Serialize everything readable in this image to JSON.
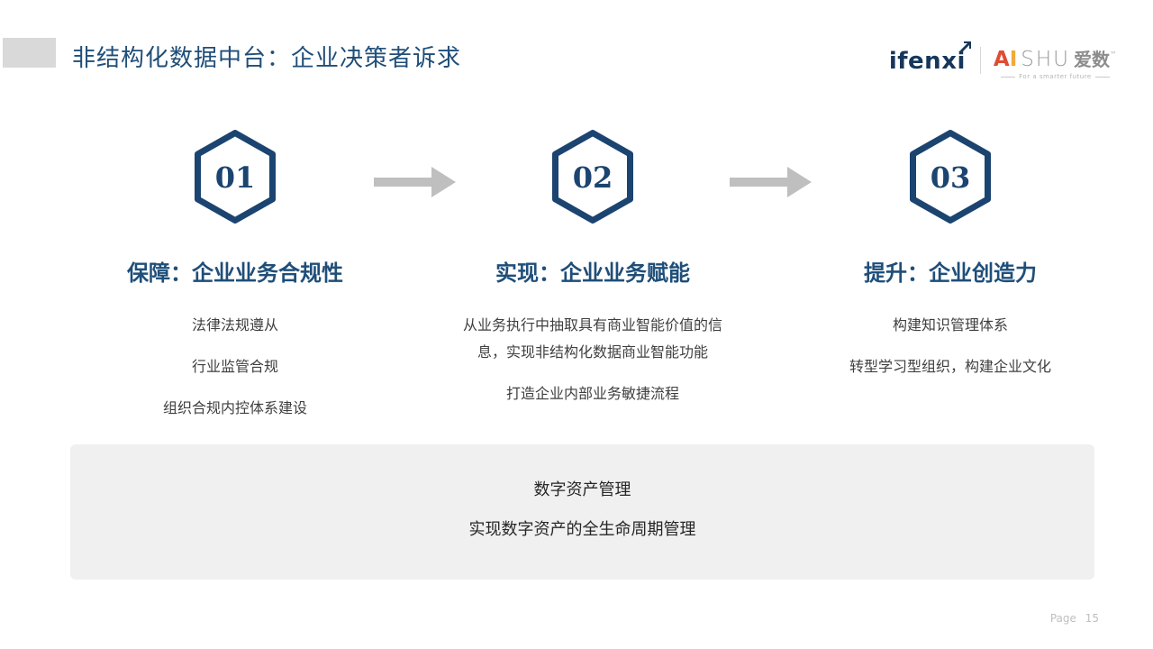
{
  "page": {
    "title": "非结构化数据中台：企业决策者诉求",
    "page_number": "Page 15"
  },
  "logos": {
    "ifenxi_text": "ifenxi",
    "aishu_a": "A",
    "aishu_i": "I",
    "aishu_shu": "SHU",
    "aishu_cn": "爱数",
    "aishu_tm": "™",
    "aishu_tagline": "For a smarter future"
  },
  "steps": [
    {
      "number": "01",
      "heading": "保障：企业业务合规性",
      "items": [
        "法律法规遵从",
        "行业监管合规",
        "组织合规内控体系建设"
      ]
    },
    {
      "number": "02",
      "heading": "实现：企业业务赋能",
      "items": [
        "从业务执行中抽取具有商业智能价值的信息，实现非结构化数据商业智能功能",
        "打造企业内部业务敏捷流程"
      ]
    },
    {
      "number": "03",
      "heading": "提升：企业创造力",
      "items": [
        "构建知识管理体系",
        "转型学习型组织，构建企业文化"
      ]
    }
  ],
  "footer_box": {
    "line1": "数字资产管理",
    "line2": "实现数字资产的全生命周期管理"
  },
  "colors": {
    "accent_blue": "#1F4E79",
    "navy": "#1B4470",
    "arrow_gray": "#BFBFBF",
    "box_gray": "#F0F0F0",
    "item_gray": "#3F3F3F",
    "muted_gray": "#BFBFBF",
    "deco_gray": "#D9D9D9",
    "logo_red": "#E14B32",
    "logo_orange": "#F2A93B",
    "logo_gray": "#9B9B9B"
  }
}
